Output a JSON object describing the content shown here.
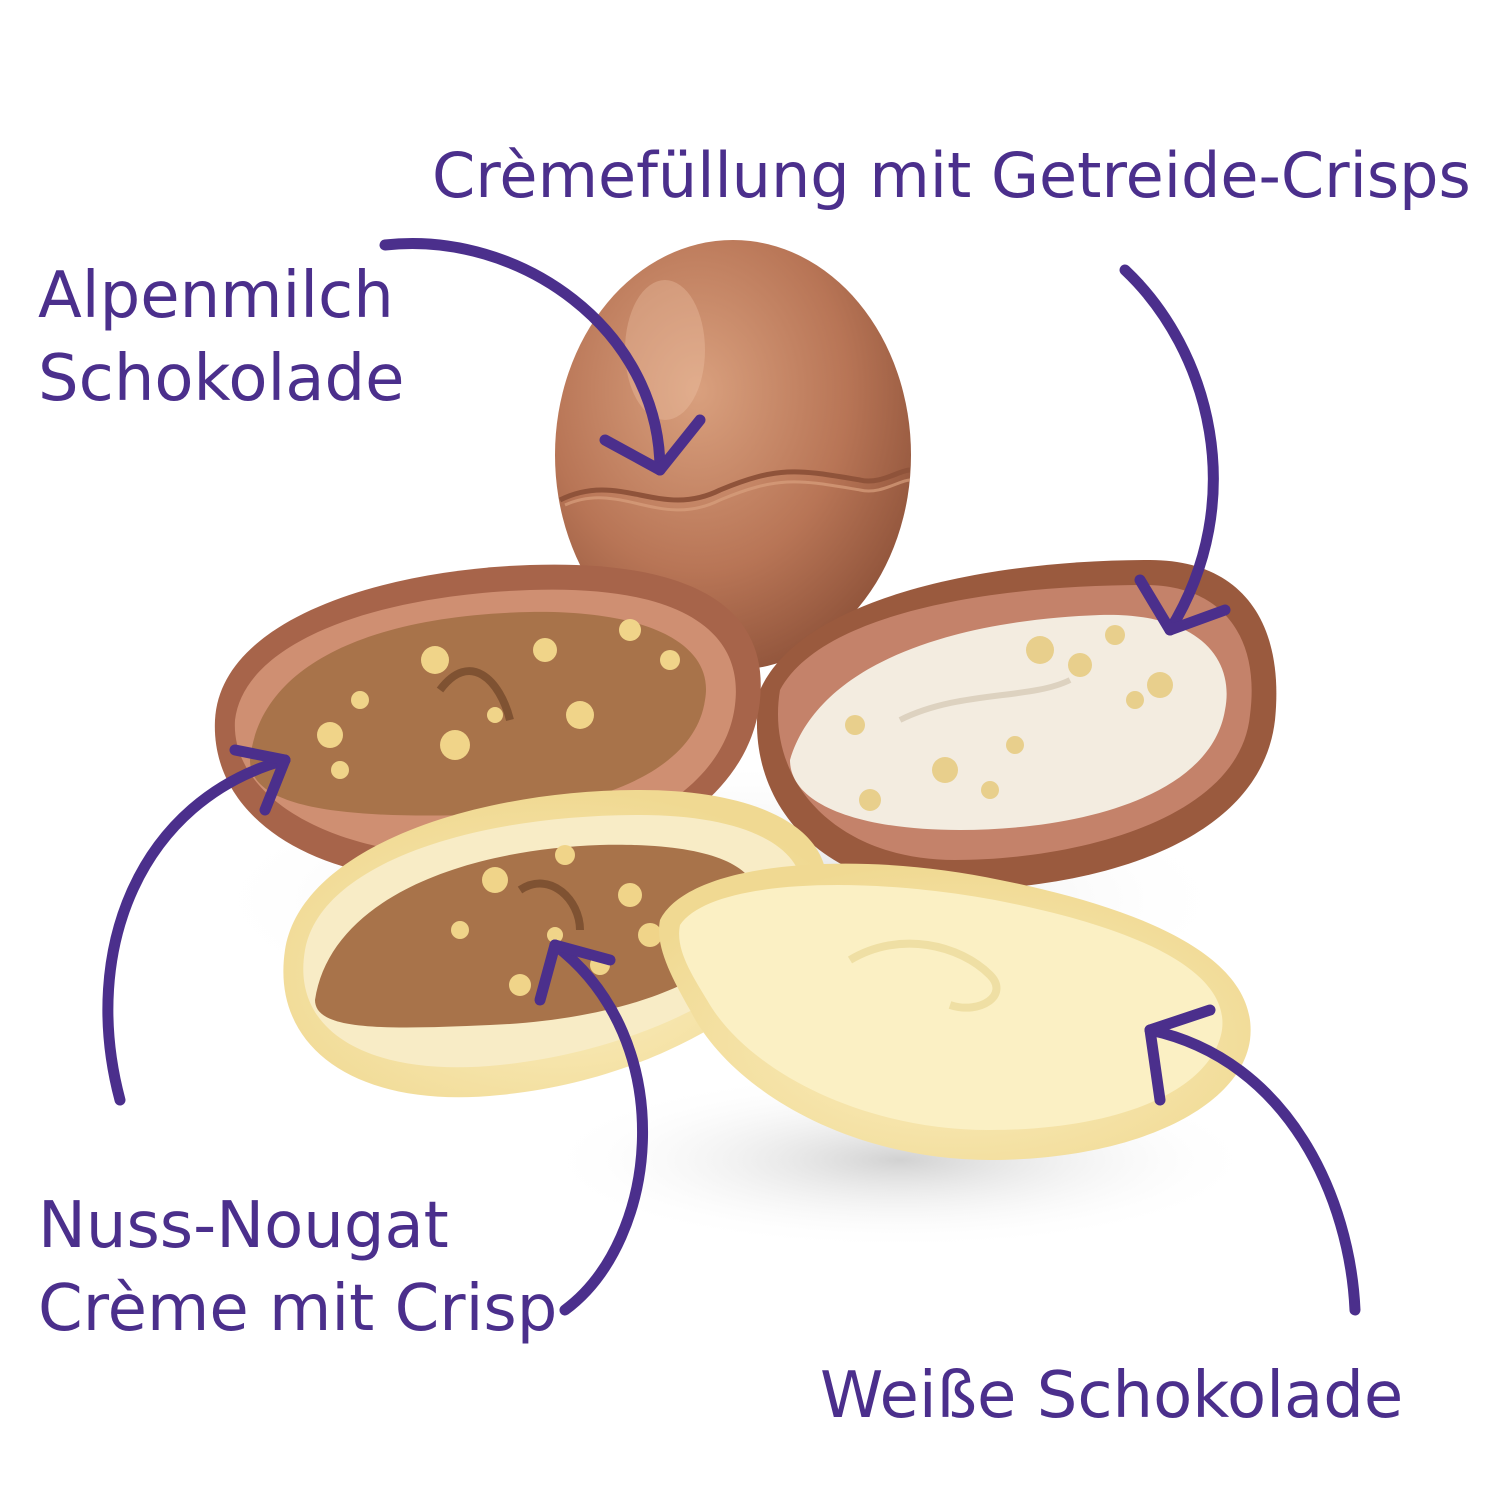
{
  "colors": {
    "label": "#4b2f8c",
    "arrow": "#4b2f8c",
    "milk_chocolate": "#b87556",
    "milk_chocolate_dark": "#8f533a",
    "nougat_filling": "#a8734a",
    "cream_filling": "#f3ece0",
    "white_chocolate": "#f6e5b0",
    "white_filling": "#fbf0c4",
    "crisps": "#f0d489"
  },
  "labels": {
    "cream_crisps": "Crèmefüllung mit Getreide-Crisps",
    "alpine_milk": {
      "line1": "Alpenmilch",
      "line2": "Schokolade"
    },
    "nut_nougat": {
      "line1": "Nuss-Nougat",
      "line2": "Crème mit Crisp"
    },
    "white_chocolate": "Weiße Schokolade"
  },
  "items": [
    {
      "name": "whole-milk-chocolate-egg"
    },
    {
      "name": "milk-egg-half-nougat-filling"
    },
    {
      "name": "milk-egg-half-cream-crisp-filling"
    },
    {
      "name": "white-egg-half-nougat-filling"
    },
    {
      "name": "white-egg-half-white-filling"
    }
  ]
}
